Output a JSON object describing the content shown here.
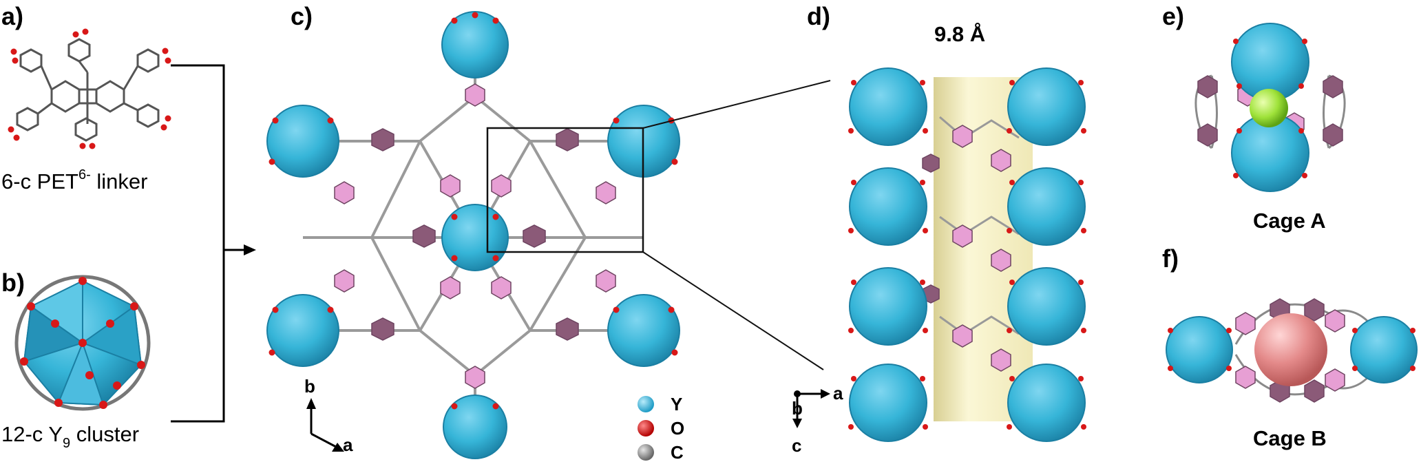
{
  "panels": {
    "a": {
      "label": "a)",
      "caption_pre": "6-c PET",
      "caption_sup": "6-",
      "caption_post": " linker"
    },
    "b": {
      "label": "b)",
      "caption_pre": "12-c Y",
      "caption_sub": "9",
      "caption_post": " cluster"
    },
    "c": {
      "label": "c)",
      "axes": {
        "vertical": "b",
        "horizontal": "a"
      },
      "legend": [
        {
          "label": "Y",
          "color": "#36b5d8"
        },
        {
          "label": "O",
          "color": "#e01515"
        },
        {
          "label": "C",
          "color": "#8a8a8a"
        }
      ]
    },
    "d": {
      "label": "d)",
      "channel_width": "9.8 Å",
      "axes": {
        "horizontal": "a",
        "out_of_plane": "b",
        "vertical": "c"
      }
    },
    "e": {
      "label": "e)",
      "caption": "Cage A"
    },
    "f": {
      "label": "f)",
      "caption": "Cage B"
    }
  },
  "colors": {
    "cluster": "#36b5d8",
    "cluster_dark": "#1f87ab",
    "oxygen": "#e01515",
    "linker_ring": "#e79fd4",
    "linker_ring_dark": "#8b5a78",
    "channel": "#f4efc4",
    "guest_sphere_a": "#9fe23a",
    "guest_sphere_b": "#e48a8a"
  }
}
